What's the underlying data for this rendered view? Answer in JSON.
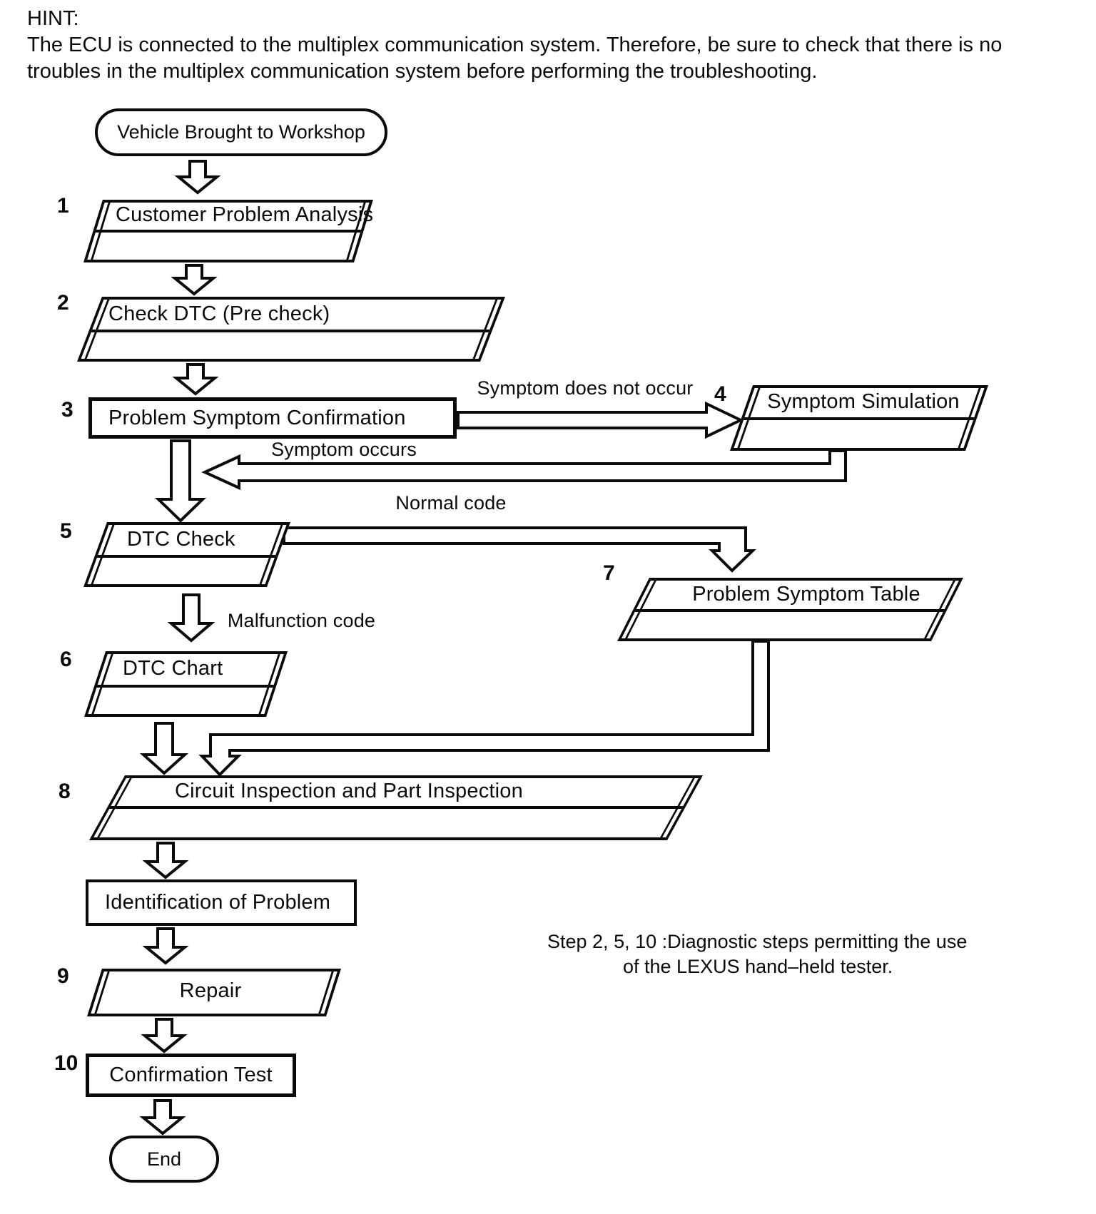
{
  "hint": {
    "label": "HINT:",
    "line1": "The ECU is connected to the multiplex communication system. Therefore, be sure to check that there is no",
    "line2": "troubles in the multiplex communication system before performing the troubleshooting."
  },
  "nodes": {
    "start": "Vehicle Brought to Workshop",
    "step1": {
      "num": "1",
      "label": "Customer Problem Analysis"
    },
    "step2": {
      "num": "2",
      "label": "Check DTC (Pre check)"
    },
    "step3": {
      "num": "3",
      "label": "Problem Symptom Confirmation"
    },
    "step4": {
      "num": "4",
      "label": "Symptom Simulation"
    },
    "step5": {
      "num": "5",
      "label": "DTC Check"
    },
    "step6": {
      "num": "6",
      "label": "DTC Chart"
    },
    "step7": {
      "num": "7",
      "label": "Problem Symptom Table"
    },
    "step8": {
      "num": "8",
      "label": "Circuit Inspection and Part Inspection"
    },
    "identification": "Identification of Problem",
    "step9": {
      "num": "9",
      "label": "Repair"
    },
    "step10": {
      "num": "10",
      "label": "Confirmation Test"
    },
    "end": "End"
  },
  "edges": {
    "symptom_does_not_occur": "Symptom does not occur",
    "symptom_occurs": "Symptom occurs",
    "normal_code": "Normal code",
    "malfunction_code": "Malfunction code"
  },
  "note": {
    "line1": "Step 2, 5, 10 :Diagnostic steps permitting the use",
    "line2": "of the LEXUS hand–held tester."
  },
  "colors": {
    "ink": "#0a0a0a",
    "paper": "#ffffff"
  }
}
